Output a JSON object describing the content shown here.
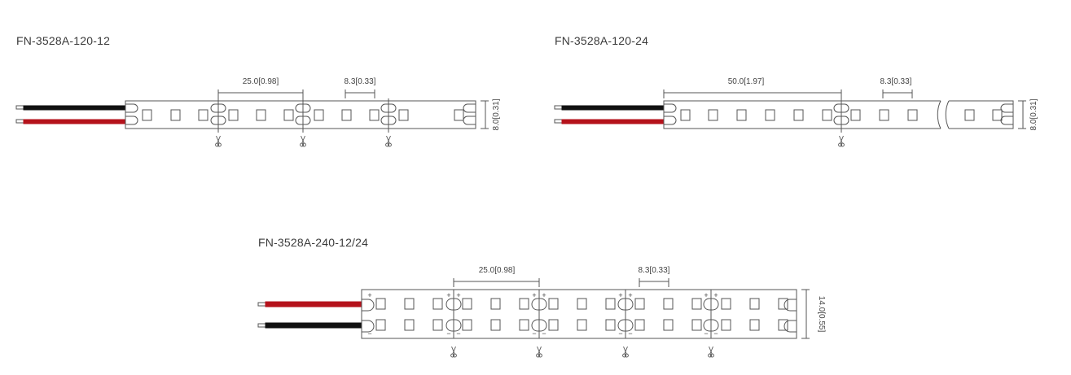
{
  "strips": [
    {
      "title": "FN-3528A-120-12",
      "pitch_label": "25.0[0.98]",
      "led_spacing_label": "8.3[0.33]",
      "width_label": "8.0[0.31]"
    },
    {
      "title": "FN-3528A-120-24",
      "pitch_label": "50.0[1.97]",
      "led_spacing_label": "8.3[0.33]",
      "width_label": "8.0[0.31]"
    },
    {
      "title": "FN-3528A-240-12/24",
      "pitch_label": "25.0[0.98]",
      "led_spacing_label": "8.3[0.33]",
      "width_label": "14.0[0.55]",
      "plus_sign": "+",
      "minus_sign": "−"
    }
  ],
  "colors": {
    "outline": "#555555",
    "wire_black": "#111111",
    "wire_red": "#b5121b"
  },
  "icons": {
    "cut_mark": "scissors-icon"
  }
}
